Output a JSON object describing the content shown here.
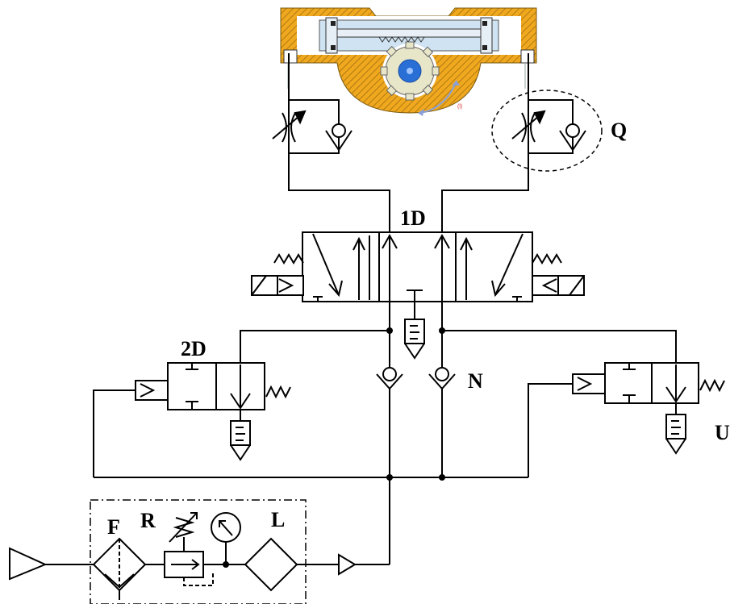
{
  "labels": {
    "q": "Q",
    "one_d": "1D",
    "two_d": "2D",
    "n": "N",
    "u": "U",
    "f": "F",
    "r": "R",
    "l": "L",
    "rotation_mark": "(l)"
  },
  "colors": {
    "line": "#000000",
    "housing": "#f0a81e",
    "hatch": "#9a6a10",
    "cylinder": "#cfe3f2",
    "gear": "#e8e6c8",
    "hub": "#2a6fd6",
    "arrow": "#8aa0d8"
  },
  "icons": {
    "actuator": "rack-pinion-actuator-icon",
    "valve_5_3": "solenoid-valve-icon",
    "valve_3_2": "pilot-valve-icon",
    "check": "check-valve-icon",
    "throttle": "throttle-valve-icon",
    "frl": "frl-unit-icon",
    "gauge": "pressure-gauge-icon"
  }
}
